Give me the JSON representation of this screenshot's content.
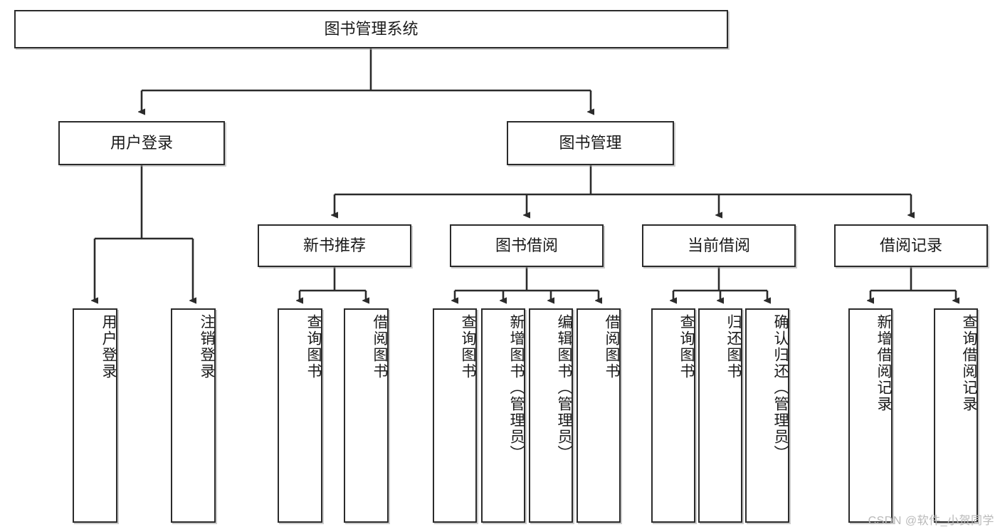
{
  "diagram": {
    "title": "图书管理系统",
    "watermark": "CSDN @软件_小贺同学",
    "colors": {
      "box_border": "#2b2b2b",
      "box_fill": "#ffffff",
      "line": "#2b2b2b",
      "text": "#1a1a1a",
      "watermark": "#b9b9b9",
      "background": "#ffffff"
    },
    "root": {
      "label": "图书管理系统"
    },
    "level2": [
      {
        "label": "用户登录"
      },
      {
        "label": "图书管理"
      }
    ],
    "level3": [
      {
        "label": "新书推荐"
      },
      {
        "label": "图书借阅"
      },
      {
        "label": "当前借阅"
      },
      {
        "label": "借阅记录"
      }
    ],
    "leaves": {
      "user_login": [
        {
          "label": "用户登录"
        },
        {
          "label": "注销登录"
        }
      ],
      "new_book_recommend": [
        {
          "label": "查询图书"
        },
        {
          "label": "借阅图书"
        }
      ],
      "book_borrow": [
        {
          "label": "查询图书"
        },
        {
          "label": "新增图书（管理员）"
        },
        {
          "label": "编辑图书（管理员）"
        },
        {
          "label": "借阅图书"
        }
      ],
      "current_borrow": [
        {
          "label": "查询图书"
        },
        {
          "label": "归还图书"
        },
        {
          "label": "确认归还（管理员）"
        }
      ],
      "borrow_record": [
        {
          "label": "新增借阅记录"
        },
        {
          "label": "查询借阅记录"
        }
      ]
    }
  }
}
